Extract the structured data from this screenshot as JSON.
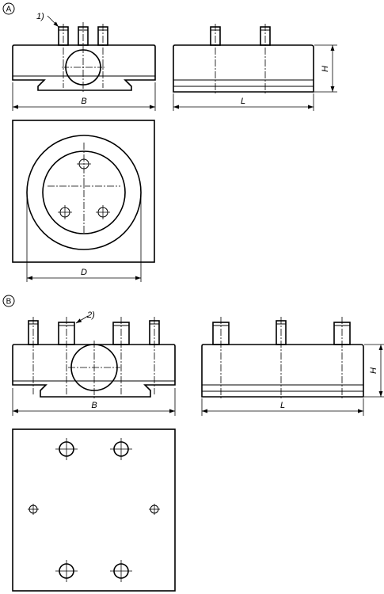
{
  "variant_a": {
    "marker": "A",
    "note": "1)",
    "dim_b": "B",
    "dim_l": "L",
    "dim_h": "H",
    "dim_d": "D"
  },
  "variant_b": {
    "marker": "B",
    "note": "2)",
    "dim_b": "B",
    "dim_l": "L",
    "dim_h": "H"
  }
}
